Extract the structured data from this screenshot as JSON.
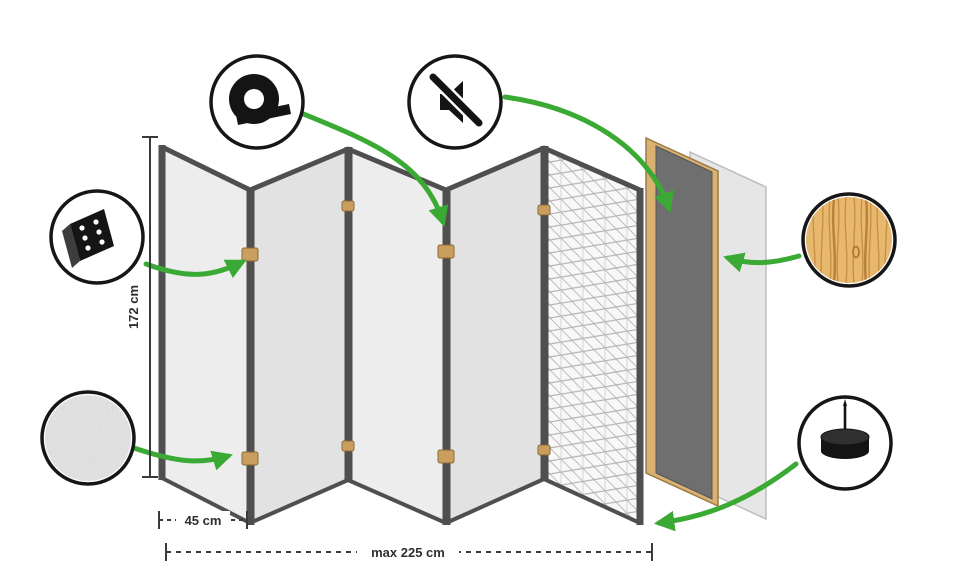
{
  "diagram": {
    "name": "Folding room divider construction diagram",
    "dimensions": {
      "height_label": "172 cm",
      "panel_width_label": "45 cm",
      "max_width_label": "max 225 cm"
    },
    "panels": {
      "front_panel_count": 5,
      "layers": [
        "folding-panels",
        "geometric-pattern-layer",
        "wood-framed-dark-board",
        "backing-sheet"
      ]
    },
    "callout_icons": [
      {
        "name": "hinge-icon"
      },
      {
        "name": "plaster-texture-icon"
      },
      {
        "name": "tape-roll-icon"
      },
      {
        "name": "muted-speaker-icon"
      },
      {
        "name": "wood-texture-icon"
      },
      {
        "name": "furniture-foot-pin-icon"
      }
    ],
    "colors": {
      "background": "#ffffff",
      "arrow_green": "#3aaa35",
      "panel_face": "#ececec",
      "panel_face_alt": "#e2e2e2",
      "panel_edge": "#4f4f4f",
      "hinge_tan": "#c99e5f",
      "wood_frame": "#d9b173",
      "dark_board": "#6f6f6f",
      "dimension_text": "#2f2f2f"
    }
  }
}
